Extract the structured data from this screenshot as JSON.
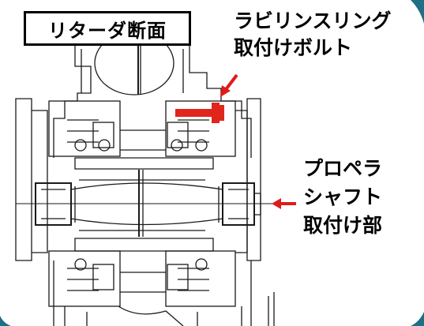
{
  "title": "リターダ断面",
  "callouts": [
    {
      "lines": [
        "ラビリンスリング",
        "取付けボルト"
      ]
    },
    {
      "lines": [
        "プロペラ",
        "シャフト",
        "取付け部"
      ]
    }
  ],
  "colors": {
    "highlight": "#e0261b",
    "arrow": "#e01a1a",
    "line": "#1a1a1a",
    "corner_accent": "#1f6f86"
  }
}
